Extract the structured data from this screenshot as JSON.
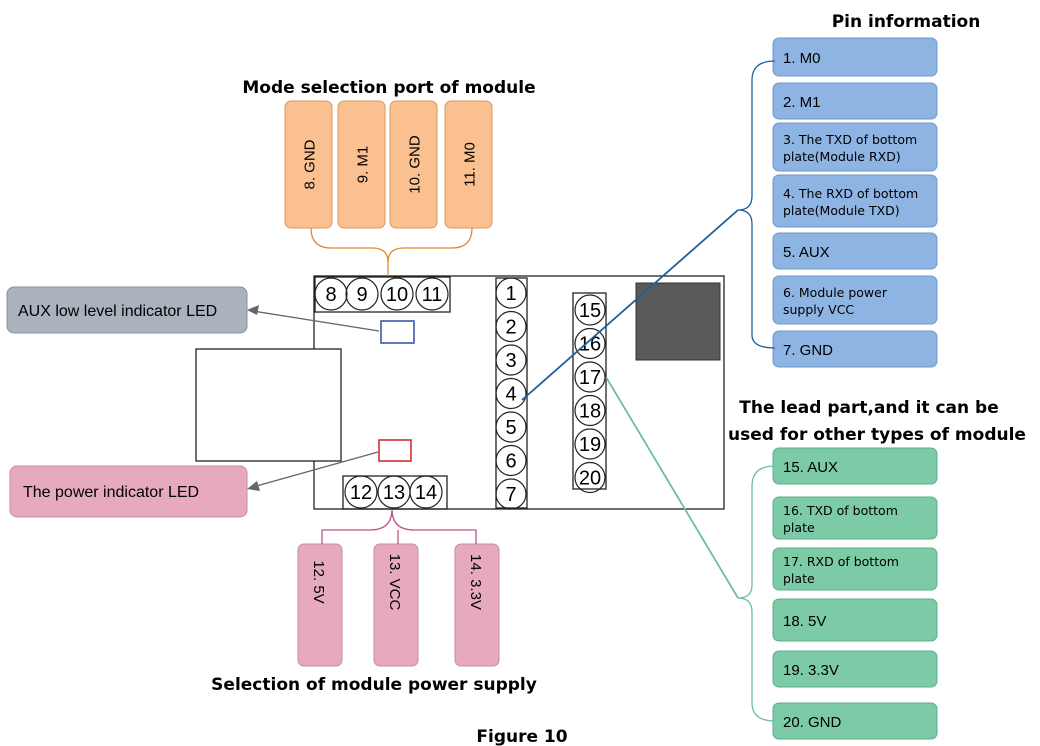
{
  "headings": {
    "pin_info": "Pin information",
    "mode": "Mode selection port of module",
    "lead_line1": "The lead part,and it can be",
    "lead_line2": "used for other types of module",
    "power": "Selection of module power supply",
    "figure": "Figure 10"
  },
  "pin_info_items": [
    {
      "line1": "1. M0",
      "line2": ""
    },
    {
      "line1": "2. M1",
      "line2": ""
    },
    {
      "line1": "3. The TXD of bottom",
      "line2": "plate(Module RXD)"
    },
    {
      "line1": "4. The RXD of bottom",
      "line2": "plate(Module TXD)"
    },
    {
      "line1": "5. AUX",
      "line2": ""
    },
    {
      "line1": "6. Module power",
      "line2": "supply  VCC"
    },
    {
      "line1": "7. GND",
      "line2": ""
    }
  ],
  "lead_items": [
    {
      "line1": "15. AUX",
      "line2": ""
    },
    {
      "line1": "16. TXD of bottom",
      "line2": "plate"
    },
    {
      "line1": "17. RXD of bottom",
      "line2": "plate"
    },
    {
      "line1": "18. 5V",
      "line2": ""
    },
    {
      "line1": "19. 3.3V",
      "line2": ""
    },
    {
      "line1": "20. GND",
      "line2": ""
    }
  ],
  "mode_items": [
    "8. GND",
    "9. M1",
    "10. GND",
    "11. M0"
  ],
  "power_items": [
    "12. 5V",
    "13. VCC",
    "14. 3.3V"
  ],
  "labels": {
    "aux_led": "AUX low level indicator LED",
    "power_led": "The power indicator LED"
  },
  "pins": {
    "top": [
      "8",
      "9",
      "10",
      "11"
    ],
    "bottom": [
      "12",
      "13",
      "14"
    ],
    "left_col": [
      "1",
      "2",
      "3",
      "4",
      "5",
      "6",
      "7"
    ],
    "right_col": [
      "15",
      "16",
      "17",
      "18",
      "19",
      "20"
    ]
  },
  "colors": {
    "blue_fill": "#8db4e2",
    "orange_fill": "#fac090",
    "pink_fill": "#e6a9bf",
    "green_fill": "#7ccaa6",
    "gray_fill": "#aab2be",
    "blue_line": "#1f5f9a",
    "green_line": "#6cbfa0",
    "orange_line": "#e08a2a",
    "pink_line": "#c0508a",
    "chip_fill": "#5a5a5a"
  }
}
